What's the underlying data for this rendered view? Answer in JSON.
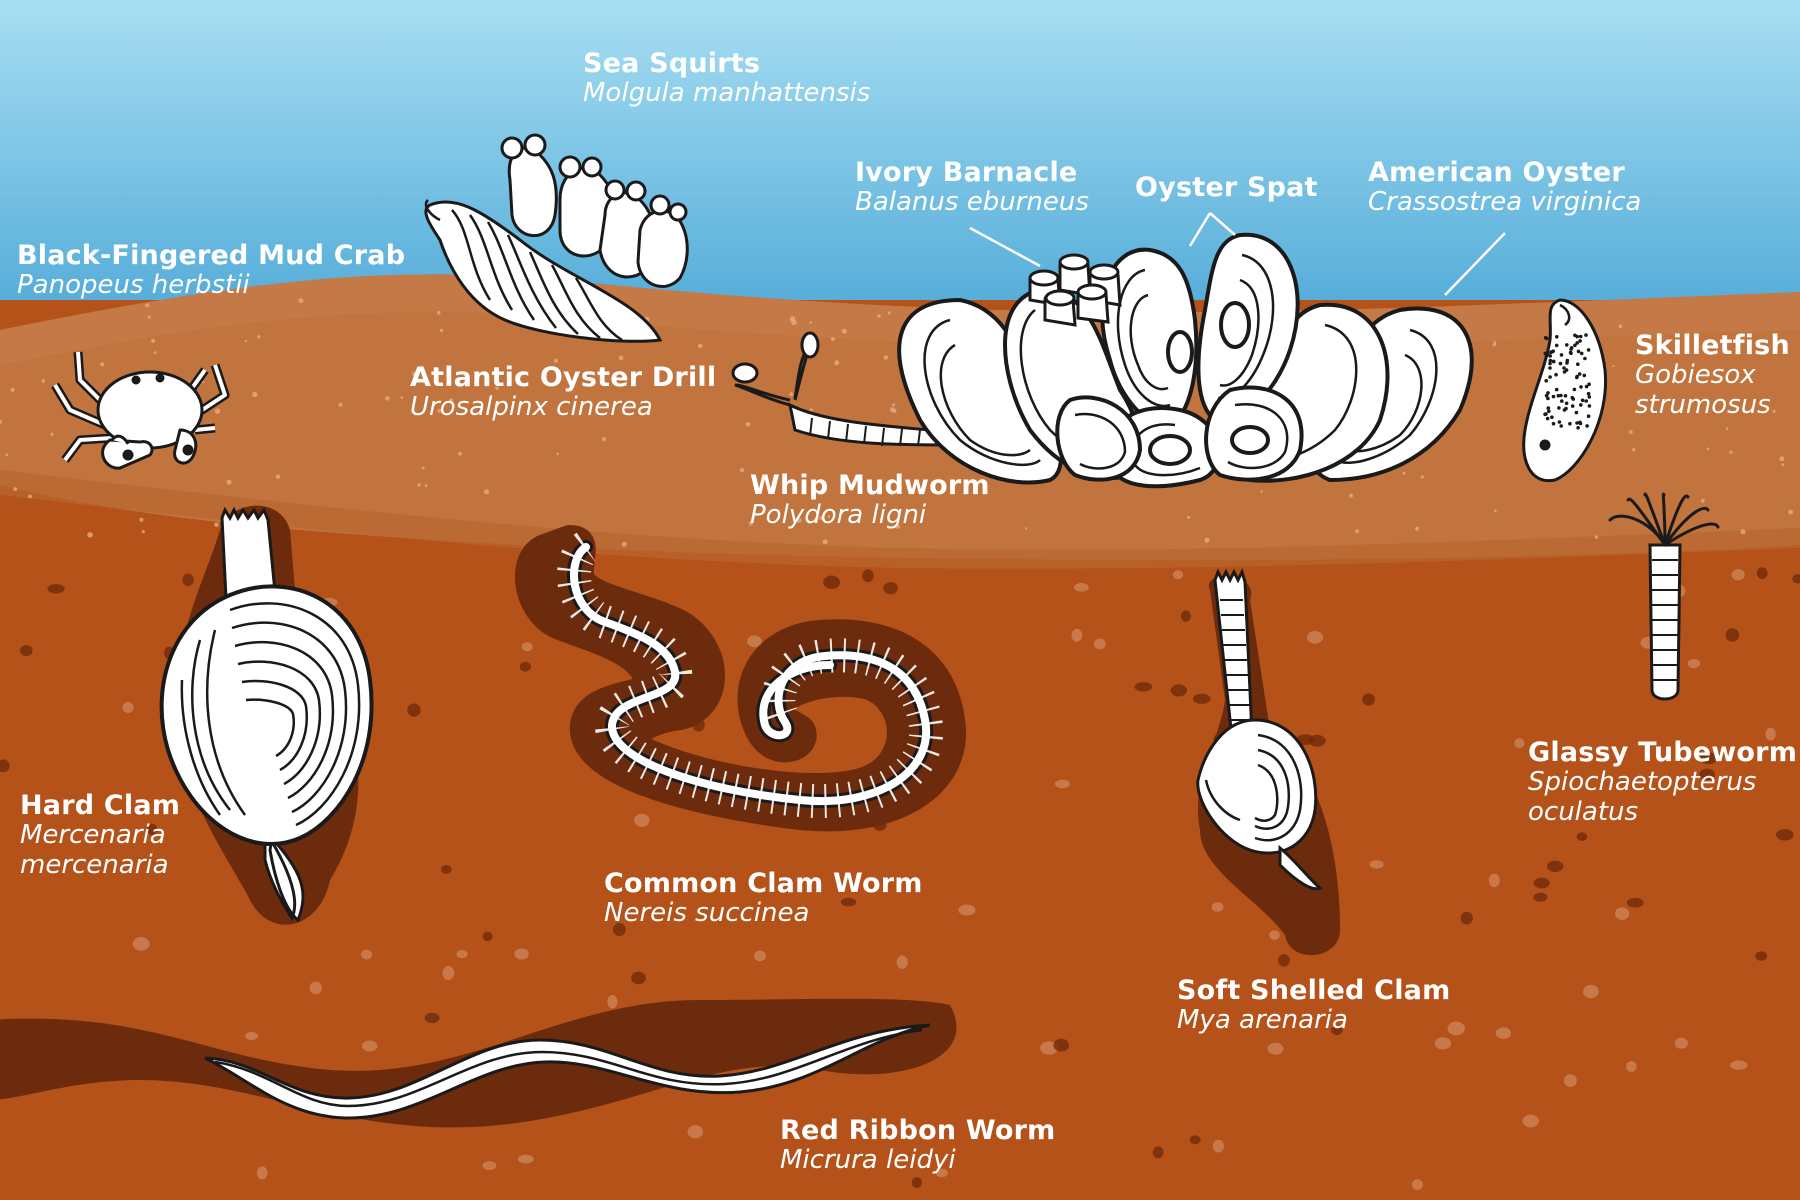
{
  "colors": {
    "water_top": "#a4dcf0",
    "water_bottom": "#3d9fd3",
    "sediment_top": "#c9824f",
    "sediment_mid": "#c0733c",
    "sediment_deep": "#b4521a",
    "burrow": "#6b2b0c",
    "outline": "#1a1a1a",
    "organism_fill": "#ffffff",
    "label_text": "#ffffff"
  },
  "organisms": [
    {
      "id": "sea-squirts",
      "common": "Sea Squirts",
      "scientific": "Molgula manhattensis"
    },
    {
      "id": "ivory-barnacle",
      "common": "Ivory Barnacle",
      "scientific": "Balanus eburneus"
    },
    {
      "id": "oyster-spat",
      "common": "Oyster Spat"
    },
    {
      "id": "american-oyster",
      "common": "American Oyster",
      "scientific": "Crassostrea virginica"
    },
    {
      "id": "mud-crab",
      "common": "Black-Fingered Mud Crab",
      "scientific": "Panopeus herbstii"
    },
    {
      "id": "oyster-drill",
      "common": "Atlantic Oyster Drill",
      "scientific": "Urosalpinx cinerea"
    },
    {
      "id": "skilletfish",
      "common": "Skilletfish",
      "scientific_1": "Gobiesox",
      "scientific_2": "strumosus"
    },
    {
      "id": "whip-mudworm",
      "common": "Whip Mudworm",
      "scientific": "Polydora ligni"
    },
    {
      "id": "hard-clam",
      "common": "Hard Clam",
      "scientific_1": "Mercenaria",
      "scientific_2": "mercenaria"
    },
    {
      "id": "clam-worm",
      "common": "Common Clam Worm",
      "scientific": "Nereis succinea"
    },
    {
      "id": "glassy-tubeworm",
      "common": "Glassy Tubeworm",
      "scientific_1": "Spiochaetopterus",
      "scientific_2": "oculatus"
    },
    {
      "id": "soft-shelled-clam",
      "common": "Soft Shelled Clam",
      "scientific": "Mya arenaria"
    },
    {
      "id": "red-ribbon-worm",
      "common": "Red Ribbon Worm",
      "scientific": "Micrura leidyi"
    }
  ]
}
